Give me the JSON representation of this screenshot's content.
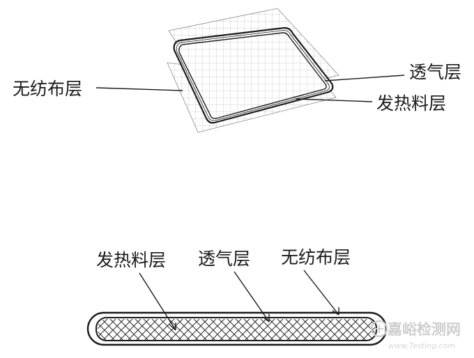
{
  "top_view": {
    "labels": {
      "nonwoven": "无纺布层",
      "breathable": "透气层",
      "heating": "发热料层"
    }
  },
  "cross_section": {
    "labels": {
      "heating": "发热料层",
      "breathable": "透气层",
      "nonwoven": "无纺布层"
    }
  },
  "watermark": {
    "cn": "嘉峪检测网",
    "en": "www.Testing.com"
  }
}
